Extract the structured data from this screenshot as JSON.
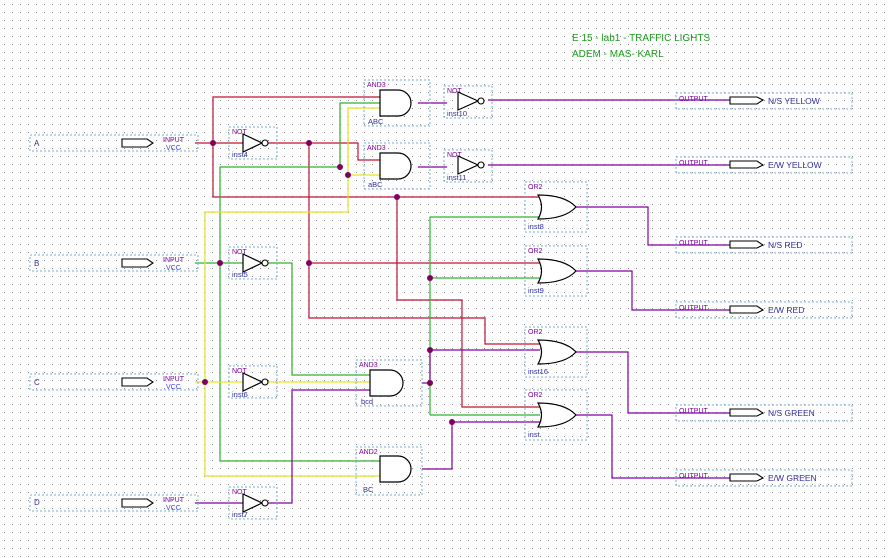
{
  "title": {
    "line1": "E 15 - lab1 - TRAFFIC LIGHTS",
    "line2": "ADEM - MAS- KARL"
  },
  "inputs": [
    {
      "name": "A",
      "type": "INPUT",
      "vcc": "VCC"
    },
    {
      "name": "B",
      "type": "INPUT",
      "vcc": "VCC"
    },
    {
      "name": "C",
      "type": "INPUT",
      "vcc": "VCC"
    },
    {
      "name": "D",
      "type": "INPUT",
      "vcc": "VCC"
    }
  ],
  "outputs": [
    {
      "type": "OUTPUT",
      "name": "N/S YELLOW"
    },
    {
      "type": "OUTPUT",
      "name": "E/W YELLOW"
    },
    {
      "type": "OUTPUT",
      "name": "N/S RED"
    },
    {
      "type": "OUTPUT",
      "name": "E/W RED"
    },
    {
      "type": "OUTPUT",
      "name": "N/S GREEN"
    },
    {
      "type": "OUTPUT",
      "name": "E/W GREEN"
    }
  ],
  "gates": {
    "not": [
      {
        "type": "NOT",
        "inst": "inst4"
      },
      {
        "type": "NOT",
        "inst": "inst5"
      },
      {
        "type": "NOT",
        "inst": "inst6"
      },
      {
        "type": "NOT",
        "inst": "inst7"
      },
      {
        "type": "NOT",
        "inst": "inst10"
      },
      {
        "type": "NOT",
        "inst": "inst11"
      }
    ],
    "and": [
      {
        "type": "AND3",
        "inst": "ABC"
      },
      {
        "type": "AND3",
        "inst": "aBC"
      },
      {
        "type": "AND3",
        "inst": "bcd"
      },
      {
        "type": "AND2",
        "inst": "BC"
      }
    ],
    "or": [
      {
        "type": "OR2",
        "inst": "inst8"
      },
      {
        "type": "OR2",
        "inst": "inst9"
      },
      {
        "type": "OR2",
        "inst": "inst16"
      },
      {
        "type": "OR2",
        "inst": "inst"
      }
    ]
  },
  "colors": {
    "grid_dot": "#808080",
    "wire_red": "#c01030",
    "wire_green": "#30b030",
    "wire_yellow": "#e8e020",
    "wire_purple": "#8000a0",
    "junction": "#800060",
    "title_green": "#1a9a1a"
  }
}
